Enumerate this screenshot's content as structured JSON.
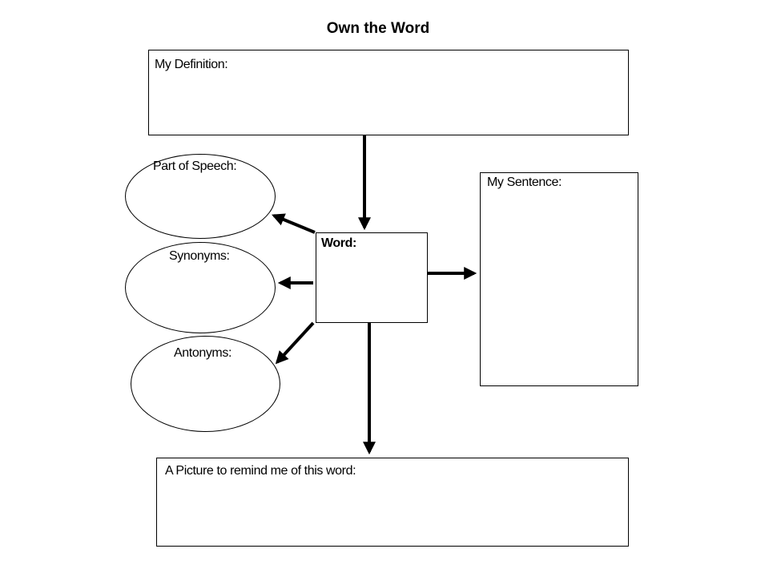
{
  "title": "Own the Word",
  "definition": {
    "label": "My Definition:"
  },
  "part_of_speech": {
    "label": "Part of Speech:"
  },
  "synonyms": {
    "label": "Synonyms:"
  },
  "antonyms": {
    "label": "Antonyms:"
  },
  "word": {
    "label": "Word:"
  },
  "sentence": {
    "label": "My Sentence:"
  },
  "picture": {
    "label": "A Picture to remind me of this word:"
  }
}
